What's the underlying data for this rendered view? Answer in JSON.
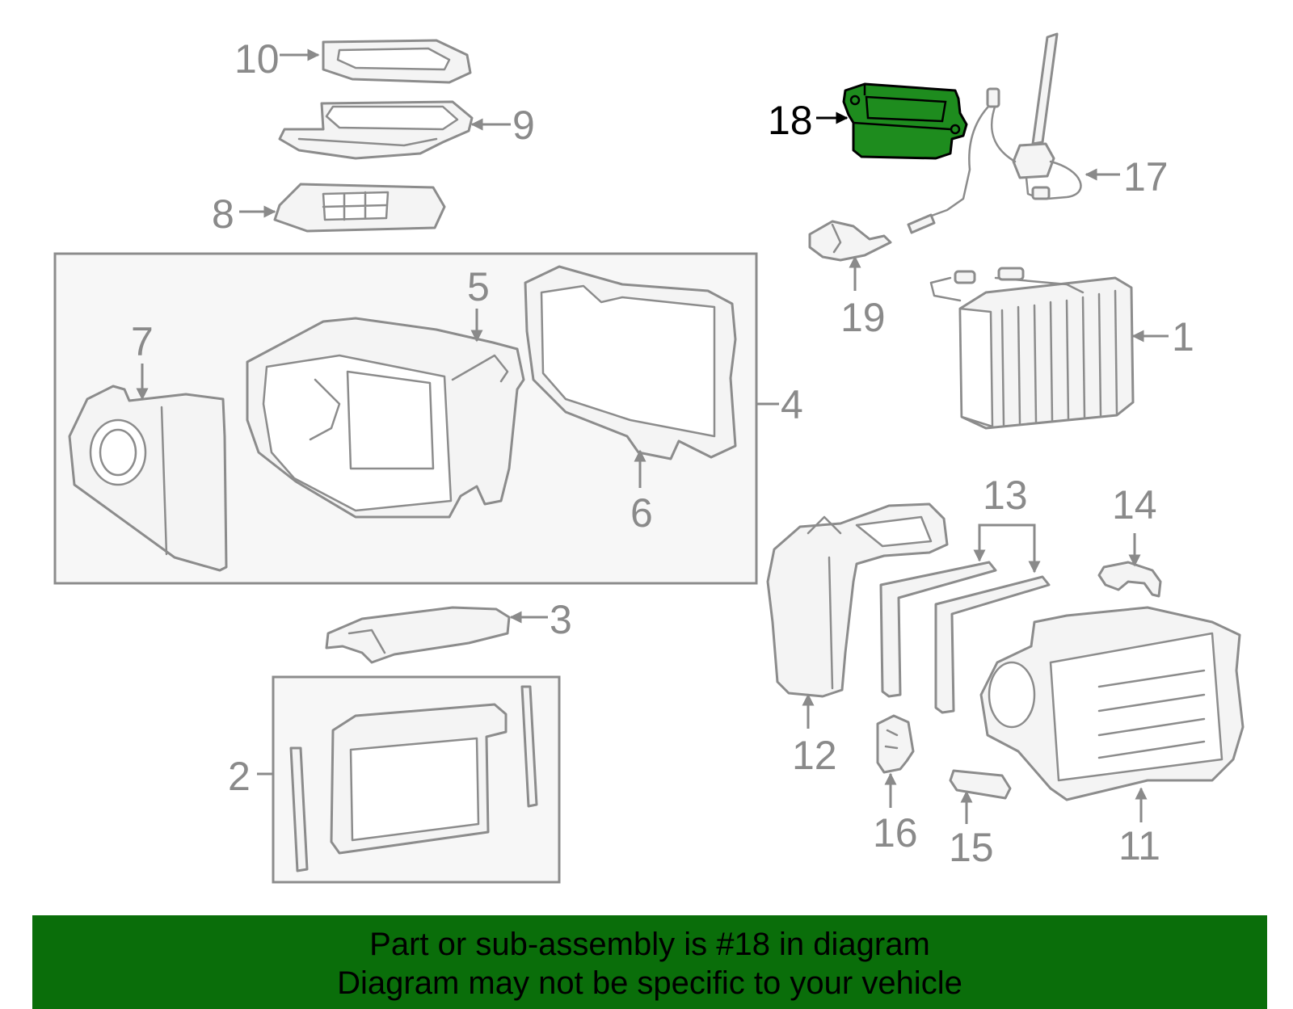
{
  "callouts": {
    "c1": "1",
    "c2": "2",
    "c3": "3",
    "c4": "4",
    "c5": "5",
    "c6": "6",
    "c7": "7",
    "c8": "8",
    "c9": "9",
    "c10": "10",
    "c11": "11",
    "c12": "12",
    "c13": "13",
    "c14": "14",
    "c15": "15",
    "c16": "16",
    "c17": "17",
    "c18": "18",
    "c19": "19"
  },
  "highlight": {
    "part": "18",
    "color": "#1e8c1e"
  },
  "banner": {
    "line1": "Part or sub-assembly is #18 in diagram",
    "line2": "Diagram may not be specific to your vehicle",
    "color": "#0a6e0a"
  }
}
